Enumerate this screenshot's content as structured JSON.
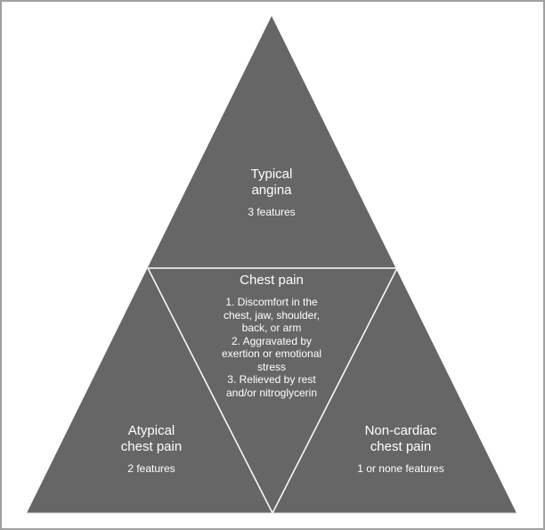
{
  "colors": {
    "fill": "#666666",
    "line": "#ffffff",
    "border": "#a0a0a0"
  },
  "top": {
    "title_line1": "Typical",
    "title_line2": "angina",
    "subtitle": "3 features"
  },
  "center": {
    "title": "Chest pain",
    "lines": [
      "1. Discomfort in the",
      "chest, jaw, shoulder,",
      "back, or arm",
      "2. Aggravated by",
      "exertion or emotional",
      "stress",
      "3. Relieved by rest",
      "and/or nitroglycerin"
    ]
  },
  "left": {
    "title_line1": "Atypical",
    "title_line2": "chest pain",
    "subtitle": "2 features"
  },
  "right": {
    "title_line1": "Non-cardiac",
    "title_line2": "chest pain",
    "subtitle": "1 or none features"
  }
}
